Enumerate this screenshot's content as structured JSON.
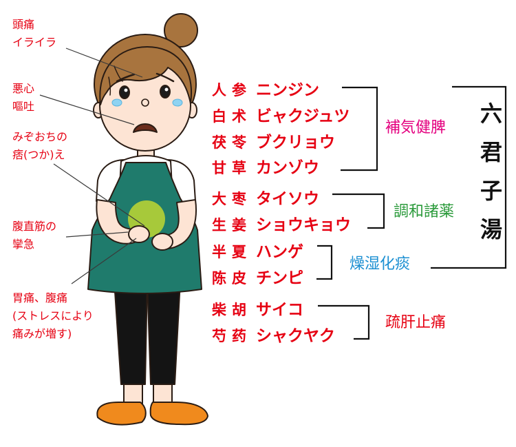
{
  "symptoms": [
    [
      "頭痛",
      "イライラ"
    ],
    [
      "悪心",
      "嘔吐"
    ],
    [
      "みぞおちの",
      "痞(つか)え"
    ],
    [
      "腹直筋の",
      "攣急"
    ],
    [
      "胃痛、腹痛",
      "(ストレスにより",
      "痛みが増す)"
    ]
  ],
  "herbs": [
    {
      "kanji": "人参",
      "reading": "ニンジン"
    },
    {
      "kanji": "白术",
      "reading": "ビャクジュツ"
    },
    {
      "kanji": "茯苓",
      "reading": "ブクリョウ"
    },
    {
      "kanji": "甘草",
      "reading": "カンゾウ"
    },
    {
      "kanji": "大枣",
      "reading": "タイソウ"
    },
    {
      "kanji": "生姜",
      "reading": "ショウキョウ"
    },
    {
      "kanji": "半夏",
      "reading": "ハンゲ"
    },
    {
      "kanji": "陈皮",
      "reading": "チンピ"
    },
    {
      "kanji": "柴胡",
      "reading": "サイコ"
    },
    {
      "kanji": "芍药",
      "reading": "シャクヤク"
    }
  ],
  "groups": [
    {
      "label": "補気健脾",
      "color": "#e4007f"
    },
    {
      "label": "調和諸薬",
      "color": "#2a9a3a"
    },
    {
      "label": "燥湿化痰",
      "color": "#1b8fd2"
    },
    {
      "label": "疏肝止痛",
      "color": "#e60012"
    }
  ],
  "formula": {
    "name": "六君子湯",
    "color": "#111111"
  },
  "colors": {
    "herb_text": "#e60012",
    "symptom_text": "#e60012",
    "hair": "#a8743e",
    "skin": "#fde4d4",
    "apron": "#1f7b6c",
    "stomach_spot": "#a7c93a",
    "pants": "#141414",
    "shoes": "#f08a1d",
    "tears": "#8fd3f2"
  }
}
